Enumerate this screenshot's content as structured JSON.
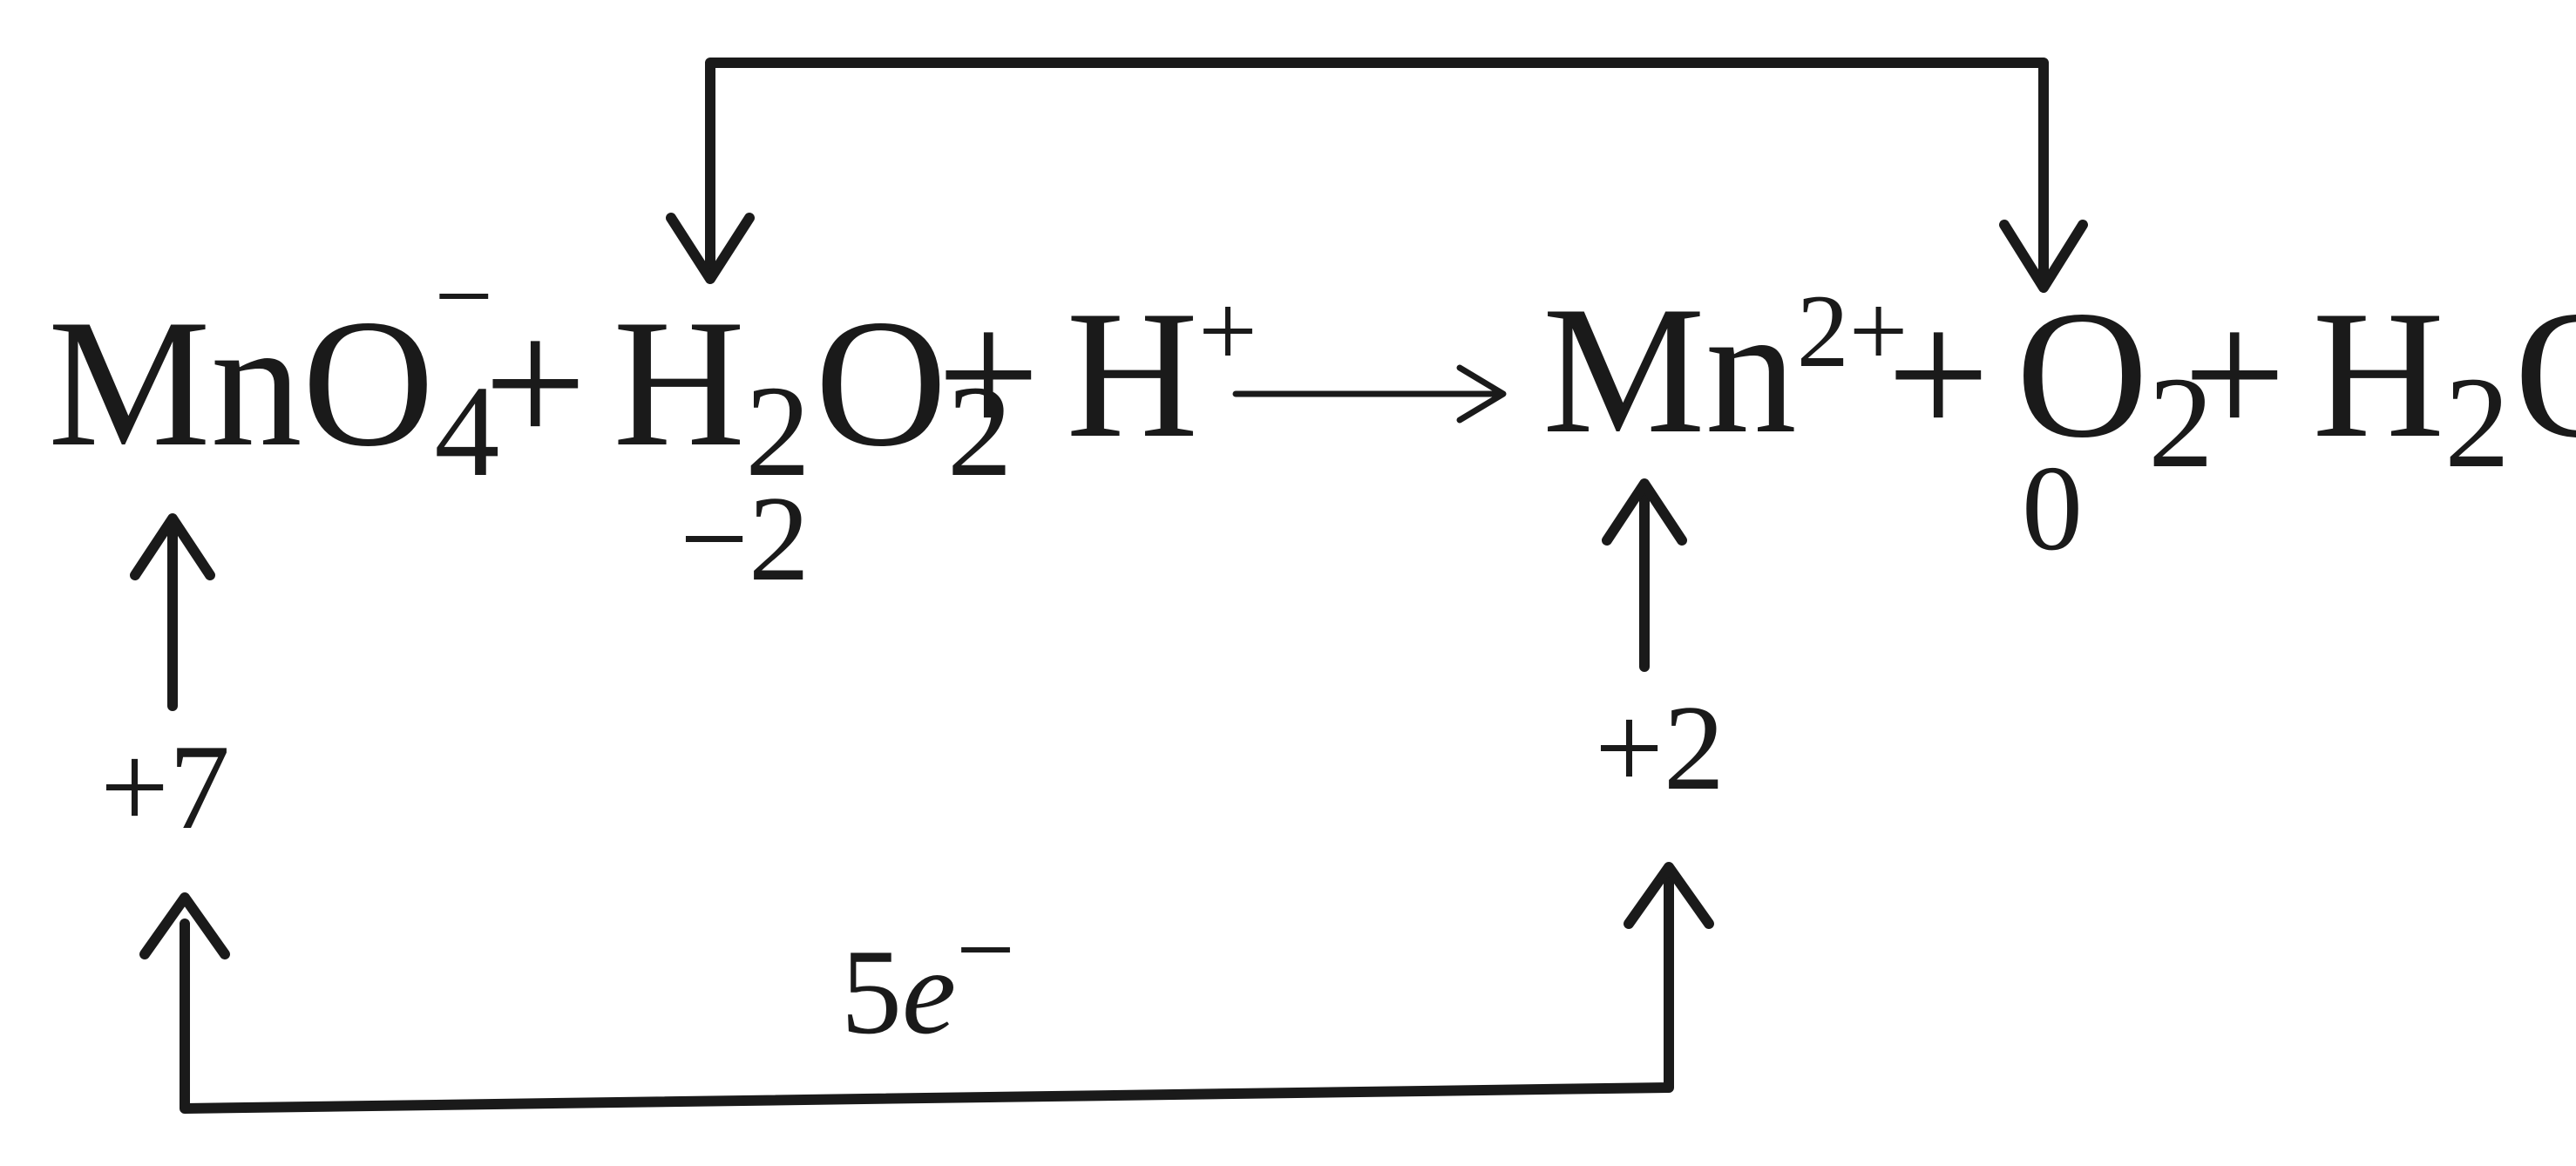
{
  "equation": {
    "reactants": [
      {
        "symbol": "MnO",
        "subscript": "4",
        "superscript": "−"
      },
      {
        "plus": "+",
        "symbol_a": "H",
        "sub_a": "2",
        "symbol_b": "O",
        "sub_b": "2"
      },
      {
        "plus": "+",
        "symbol": "H",
        "superscript": "+"
      }
    ],
    "products": [
      {
        "symbol": "Mn",
        "superscript": "2+"
      },
      {
        "plus": "+",
        "symbol": "O",
        "subscript": "2"
      },
      {
        "plus": "+",
        "symbol_a": "H",
        "sub_a": "2",
        "symbol_b": "O"
      }
    ]
  },
  "oxidation_states": {
    "mn_reactant": "+7",
    "o_in_h2o2": "−2",
    "mn_product": "+2",
    "o_in_o2": "0"
  },
  "electron_transfer": {
    "count": "5",
    "symbol": "e",
    "charge": "−"
  }
}
